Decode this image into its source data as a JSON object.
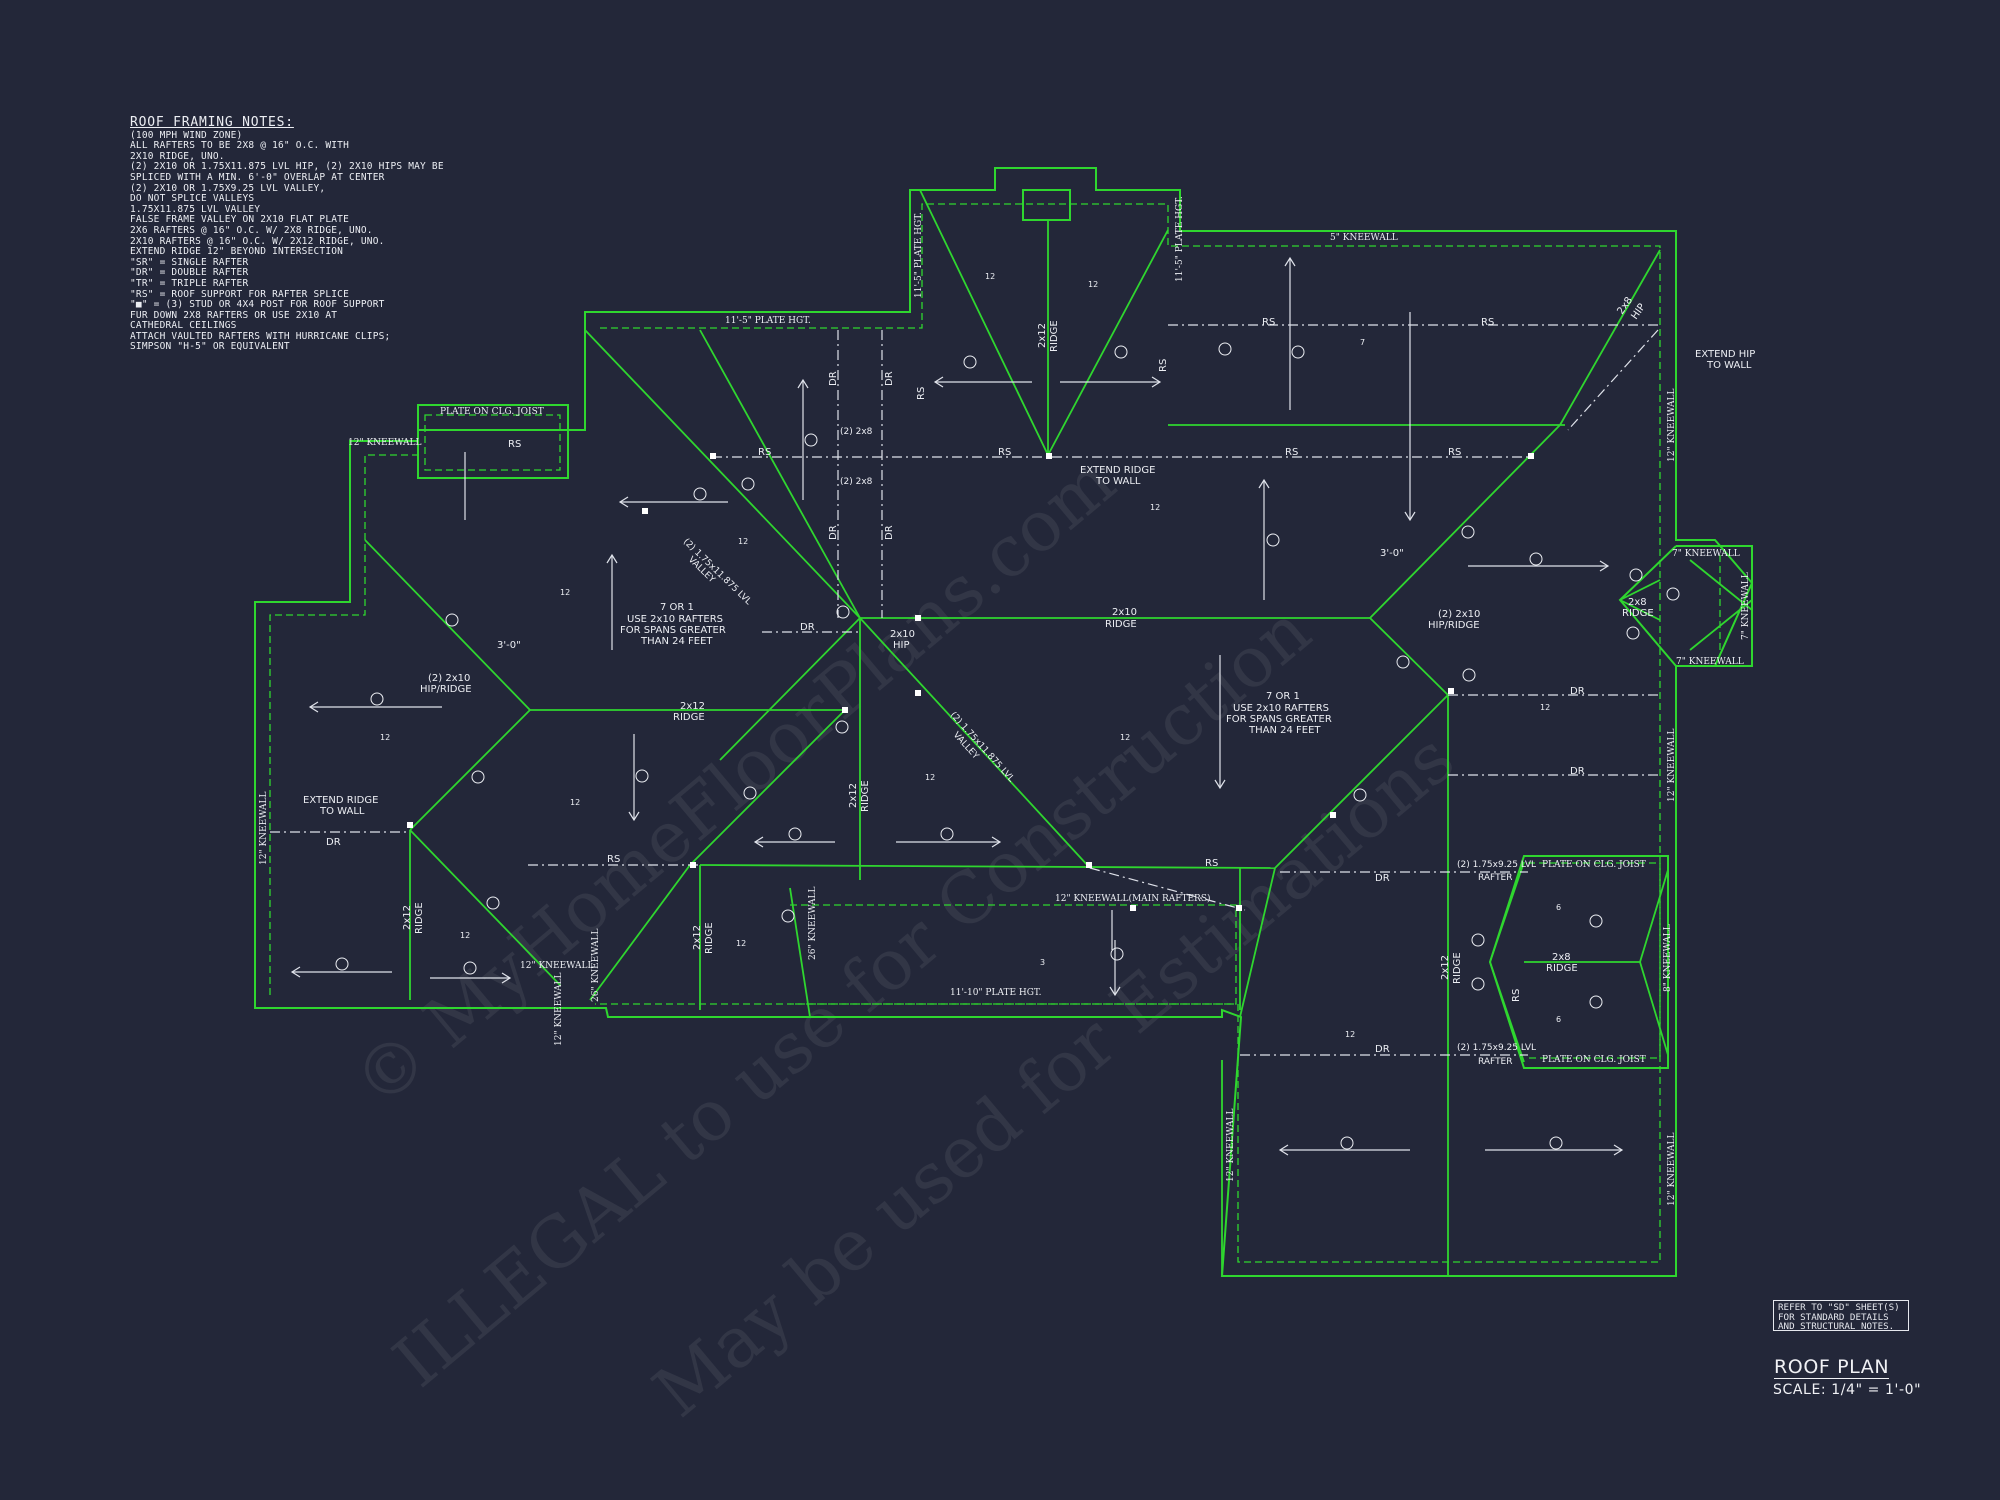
{
  "notes": {
    "title": "ROOF FRAMING NOTES:",
    "lines": [
      "(100 MPH WIND ZONE)",
      "ALL RAFTERS TO BE 2x8 @ 16\" O.C. WITH",
      "2x10 RIDGE, UNO.",
      "(2) 2x10 OR 1.75x11.875 LVL HIP, (2) 2x10 HIPS MAY BE",
      "SPLICED WITH A MIN. 6'-0\" OVERLAP AT CENTER",
      "(2) 2x10 OR 1.75x9.25 LVL VALLEY,",
      "DO NOT SPLICE VALLEYS",
      "1.75x11.875 LVL VALLEY",
      "FALSE FRAME VALLEY ON 2x10 FLAT PLATE",
      "2x6 RAFTERS @ 16\" O.C. W/ 2x8 RIDGE, UNO.",
      "2x10 RAFTERS @ 16\" O.C. W/ 2x12 RIDGE, UNO.",
      "EXTEND RIDGE 12\" BEYOND INTERSECTION",
      "\"SR\" = SINGLE RAFTER",
      "\"DR\" = DOUBLE RAFTER",
      "\"TR\" = TRIPLE RAFTER",
      "\"RS\" = ROOF SUPPORT FOR RAFTER SPLICE",
      "\"■\" = (3) STUD OR 4x4 POST FOR ROOF SUPPORT",
      "FUR DOWN 2x8 RAFTERS OR USE 2x10 AT",
      "CATHEDRAL CEILINGS",
      "ATTACH VAULTED RAFTERS WITH HURRICANE CLIPS;",
      "SIMPSON \"H-5\" OR EQUIVALENT"
    ]
  },
  "labels": {
    "plate_clg_joist": "PLATE ON CLG. JOIST",
    "kneewall_12": "12\" KNEEWALL",
    "kneewall_5": "5\" KNEEWALL",
    "kneewall_7": "7\" KNEEWALL",
    "kneewall_8": "8\" KNEEWALL",
    "kneewall_26": "26\" KNEEWALL",
    "kneewall_main": "12\" KNEEWALL(MAIN RAFTERS)",
    "plate_115": "11'-5\" PLATE HGT.",
    "plate_1110": "11'-10\" PLATE HGT.",
    "rs": "RS",
    "dr": "DR",
    "ridge": "RIDGE",
    "hip": "HIP",
    "size_2x8": "2x8",
    "size_2x10": "2x10",
    "size_2x12": "2x12",
    "double_2x8": "(2) 2x8",
    "hip_ridge": "HIP/RIDGE",
    "double_2x10": "(2) 2x10",
    "lvl_valley_a": "(2) 1.75x11.875 LVL",
    "valley": "VALLEY",
    "lvl_925": "(2) 1.75x9.25 LVL",
    "rafter": "RAFTER",
    "extend_ridge_1": "EXTEND RIDGE",
    "extend_ridge_2": "TO WALL",
    "extend_hip_1": "EXTEND HIP",
    "extend_hip_2": "TO WALL",
    "use_a": "USE 2x10 RAFTERS",
    "use_b": "FOR SPANS GREATER",
    "use_c": "THAN 24 FEET",
    "or_a": "7 OR 1",
    "dim_3": "3'-0\"",
    "pitch_12": "12",
    "pitch_7": "7",
    "pitch_6": "6",
    "pitch_3": "3"
  },
  "watermark": {
    "line1": "© MyHomeFloorPlans.com",
    "line2": "ILLEGAL to use for Construction",
    "line3": "May be used for Estimations"
  },
  "reference": {
    "line1": "REFER TO \"SD\" SHEET(S)",
    "line2": "FOR STANDARD DETAILS",
    "line3": "AND STRUCTURAL NOTES."
  },
  "title_block": {
    "title": "ROOF PLAN",
    "scale": "SCALE: 1/4\" = 1'-0\""
  },
  "colors": {
    "background": "#232739",
    "wall": "#2fd62f",
    "annotation": "#eceef3"
  }
}
